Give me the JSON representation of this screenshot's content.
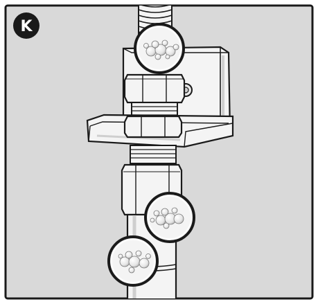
{
  "step_badge": {
    "label": "K"
  },
  "colors": {
    "background": "#d9d9d9",
    "frame": "#1a1a1a",
    "metal": "#f4f4f4",
    "shade": "#cfcfcf",
    "badge": "#1a1a1a",
    "badge_text": "#ffffff"
  },
  "callouts": [
    {
      "name": "bubbles-at-upper-connection"
    },
    {
      "name": "bubbles-at-valve-nut"
    },
    {
      "name": "bubbles-at-pipe-joint"
    }
  ]
}
